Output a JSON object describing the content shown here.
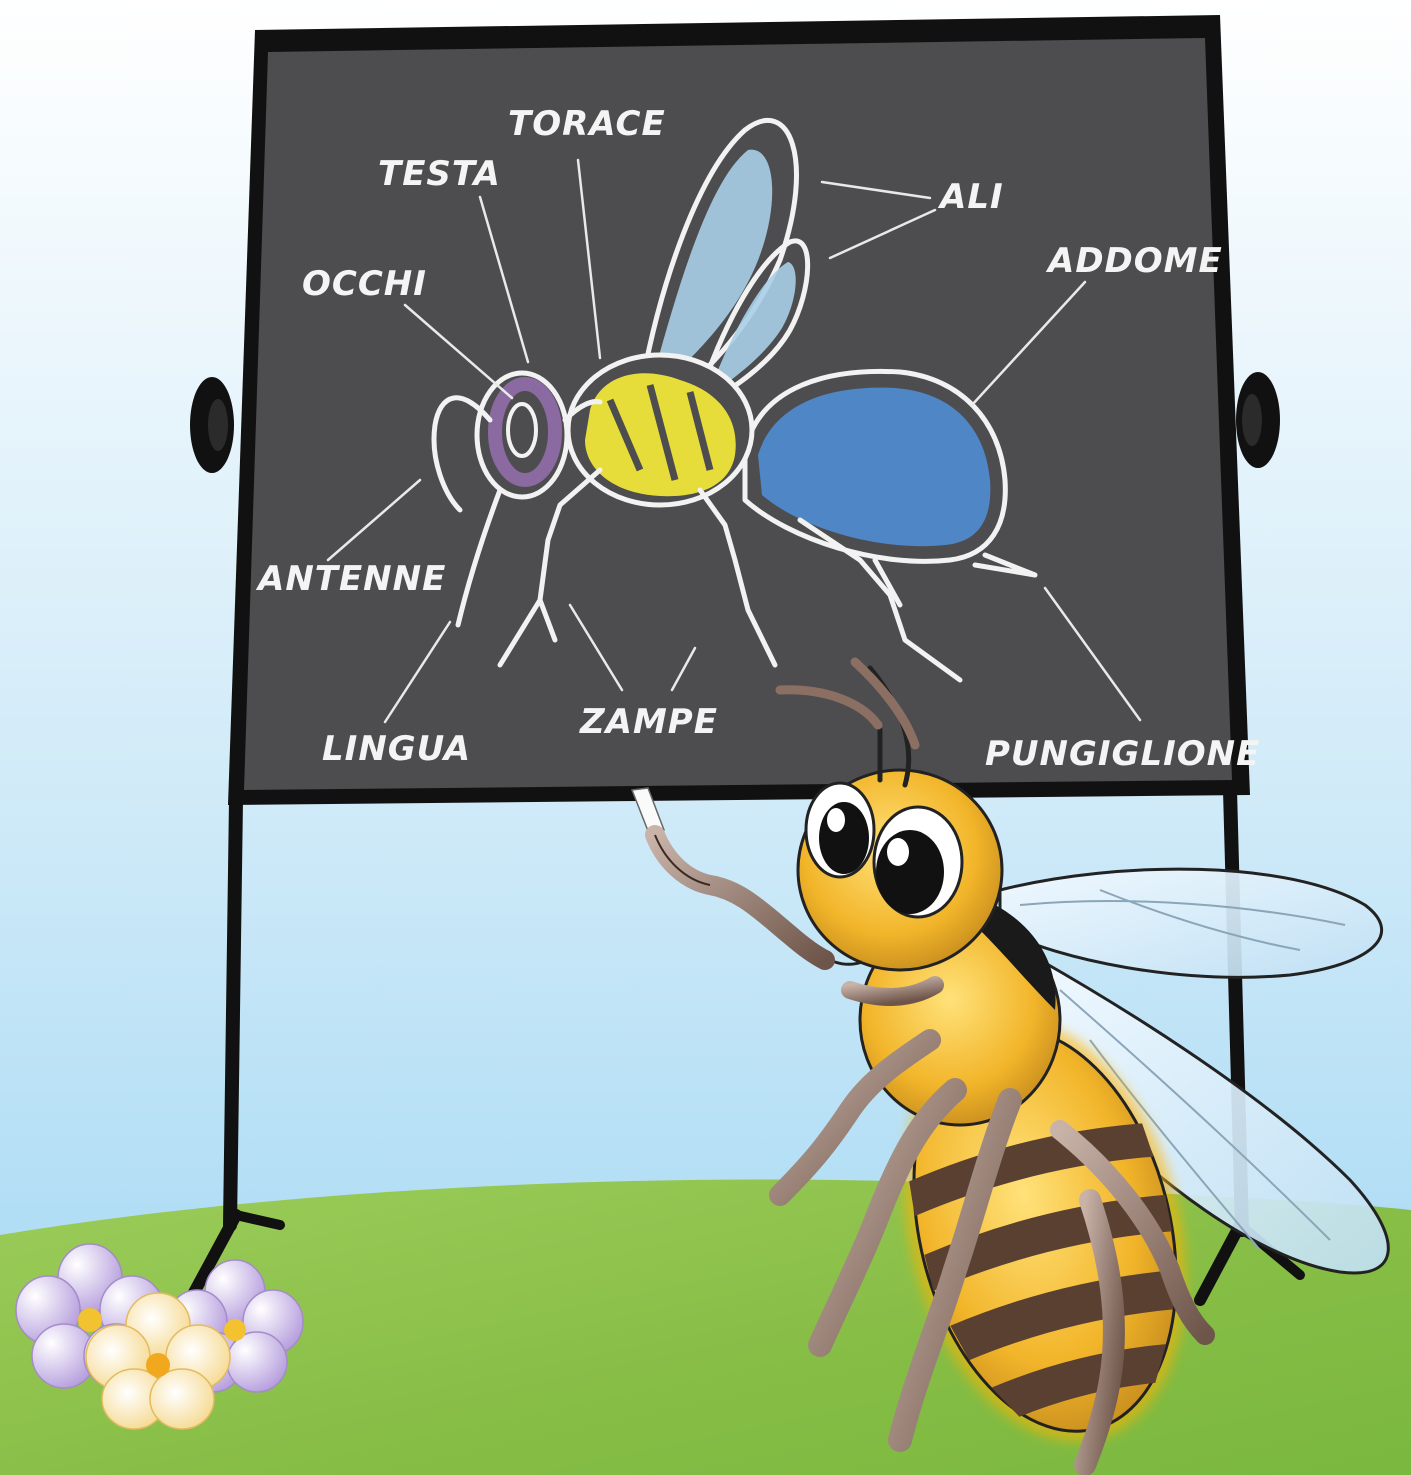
{
  "labels": {
    "torace": "TORACE",
    "testa": "TESTA",
    "ali": "ALI",
    "occhi": "OCCHI",
    "addome": "ADDOME",
    "antenne": "ANTENNE",
    "lingua": "LINGUA",
    "zampe": "ZAMPE",
    "pungiglione": "PUNGIGLIONE"
  },
  "colors": {
    "sky_top": "#ffffff",
    "sky_bottom": "#a9dbf5",
    "grass": "#8cc04f",
    "board": "#4d4d4f",
    "frame": "#111111",
    "chalk_white": "#f2f2f2",
    "chalk_yellow": "#e6dd3a",
    "chalk_blue": "#4f86c6",
    "chalk_lightblue": "#a9cfe8",
    "chalk_purple": "#8a6aa0",
    "bee_yellow": "#f2b52a",
    "bee_brown": "#8b6f62",
    "flower_purple": "#b9a3df"
  },
  "icons": {
    "board_diagram": "chalk-bee-diagram",
    "teacher": "cartoon-bee-icon",
    "flowers": "flower-icon"
  }
}
